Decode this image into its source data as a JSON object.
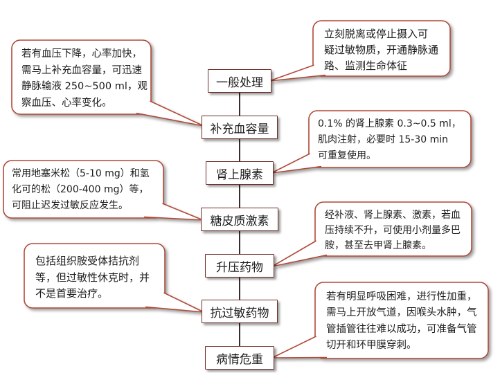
{
  "colors": {
    "background": "#ffffff",
    "step_border": "#6b2a24",
    "callout_border": "#b04a38",
    "connector": "#3b2b2b",
    "text": "#1c1c1c"
  },
  "steps": [
    {
      "label": "一般处理",
      "note": {
        "lines": [
          "立刻脱离或停止摄入可",
          "疑过敏物质，开通静脉通",
          "路、监测生命体征"
        ]
      }
    },
    {
      "label": "补充血容量",
      "note": {
        "lines": [
          "若有血压下降，心率加快，",
          "需马上补充血容量，可迅速",
          "静脉输液 250~500 ml，观",
          "察血压、心率变化。"
        ]
      }
    },
    {
      "label": "肾上腺素",
      "note": {
        "lines": [
          "0.1% 的肾上腺素 0.3~0.5 ml，",
          "肌肉注射，必要时 15-30 min",
          "可重复使用。"
        ]
      }
    },
    {
      "label": "糖皮质激素",
      "note": {
        "lines": [
          "常用地塞米松（5-10 mg）和氢",
          "化可的松（200-400 mg）等，",
          "可阻止迟发过敏反应发生。"
        ]
      }
    },
    {
      "label": "升压药物",
      "note": {
        "lines": [
          "经补液、肾上腺素、激素，若血",
          "压持续不升，可使用小剂量多巴",
          "胺，甚至去甲肾上腺素。"
        ]
      }
    },
    {
      "label": "抗过敏药物",
      "note": {
        "lines": [
          "包括组织胺受体拮抗剂",
          "等，但过敏性休克时，并",
          "不是首要治疗。"
        ]
      }
    },
    {
      "label": "病情危重",
      "note": {
        "lines": [
          "若有明显呼吸困难，进行性加重，",
          "需马上开放气道，因喉头水肿，气",
          "管插管往往难以成功，可准备气管",
          "切开和环甲膜穿刺。"
        ]
      }
    }
  ]
}
